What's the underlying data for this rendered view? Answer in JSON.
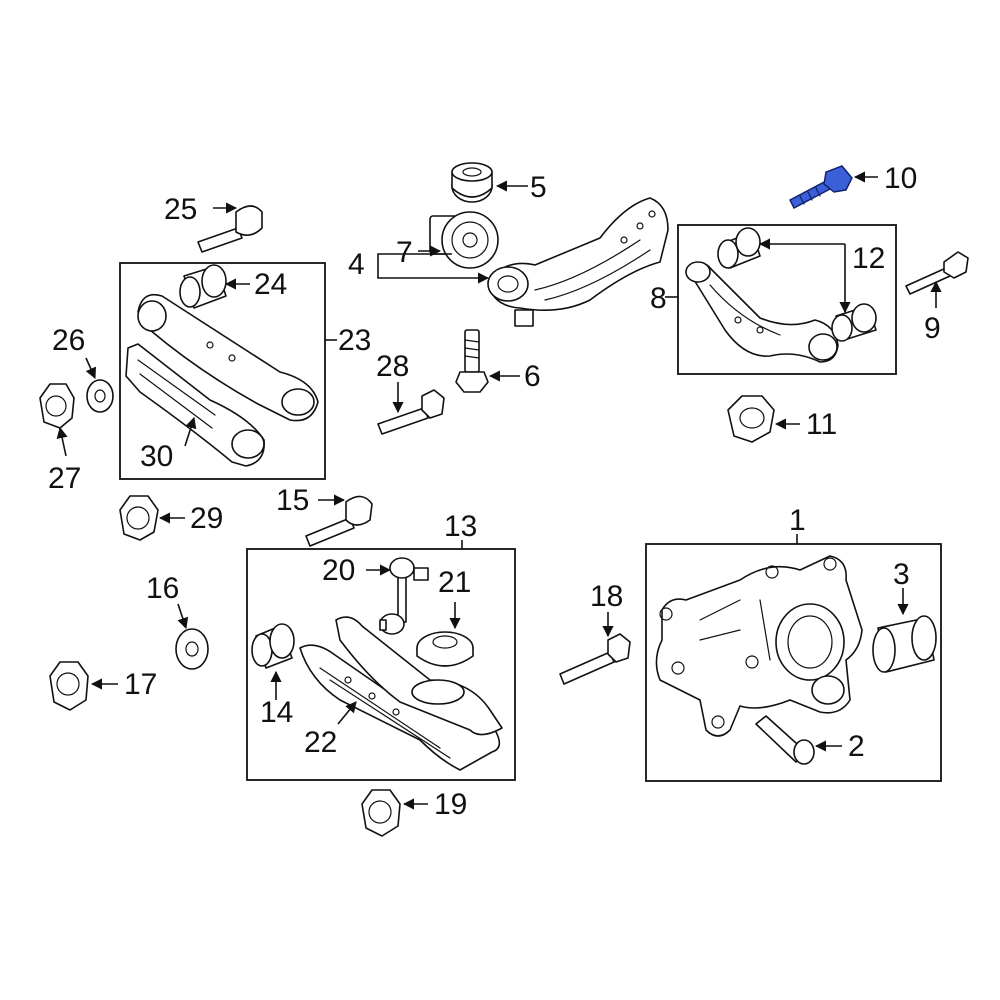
{
  "labels": {
    "p1": "1",
    "p2": "2",
    "p3": "3",
    "p4": "4",
    "p5": "5",
    "p6": "6",
    "p7": "7",
    "p8": "8",
    "p9": "9",
    "p10": "10",
    "p11": "11",
    "p12": "12",
    "p13": "13",
    "p14": "14",
    "p15": "15",
    "p16": "16",
    "p17": "17",
    "p18": "18",
    "p19": "19",
    "p20": "20",
    "p21": "21",
    "p22": "22",
    "p23": "23",
    "p24": "24",
    "p25": "25",
    "p26": "26",
    "p27": "27",
    "p28": "28",
    "p29": "29",
    "p30": "30"
  },
  "highlighted_part": "10",
  "colors": {
    "highlight": "#3a5fd6",
    "line": "#111111",
    "background": "#ffffff"
  }
}
